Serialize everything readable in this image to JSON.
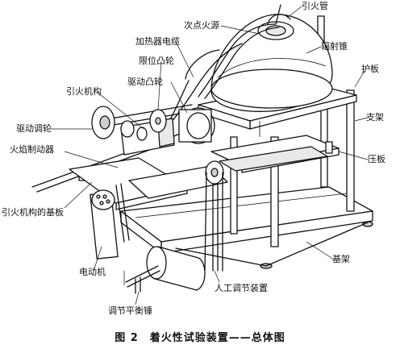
{
  "labels": {
    "pilot_tube": "引火管",
    "secondary_ignition_source": "次点火源",
    "heater_cable": "加热器电缆",
    "radiant_cone": "辐射锥",
    "limit_cam": "限位凸轮",
    "drive_cam": "驱动凸轮",
    "guard_plate": "护板",
    "pilot_mechanism": "引火机构",
    "drive_adjust_wheel": "驱动调轮",
    "support_frame": "支架",
    "flame_stopper": "火焰制动器",
    "pressure_plate": "压板",
    "pilot_mechanism_base_plate": "引火机构的基板",
    "base_frame": "基架",
    "motor": "电动机",
    "manual_adjust_device": "人工调节装置",
    "balance_weight": "调节平衡锤"
  },
  "caption": "图 2　着火性试验装置——总体图"
}
